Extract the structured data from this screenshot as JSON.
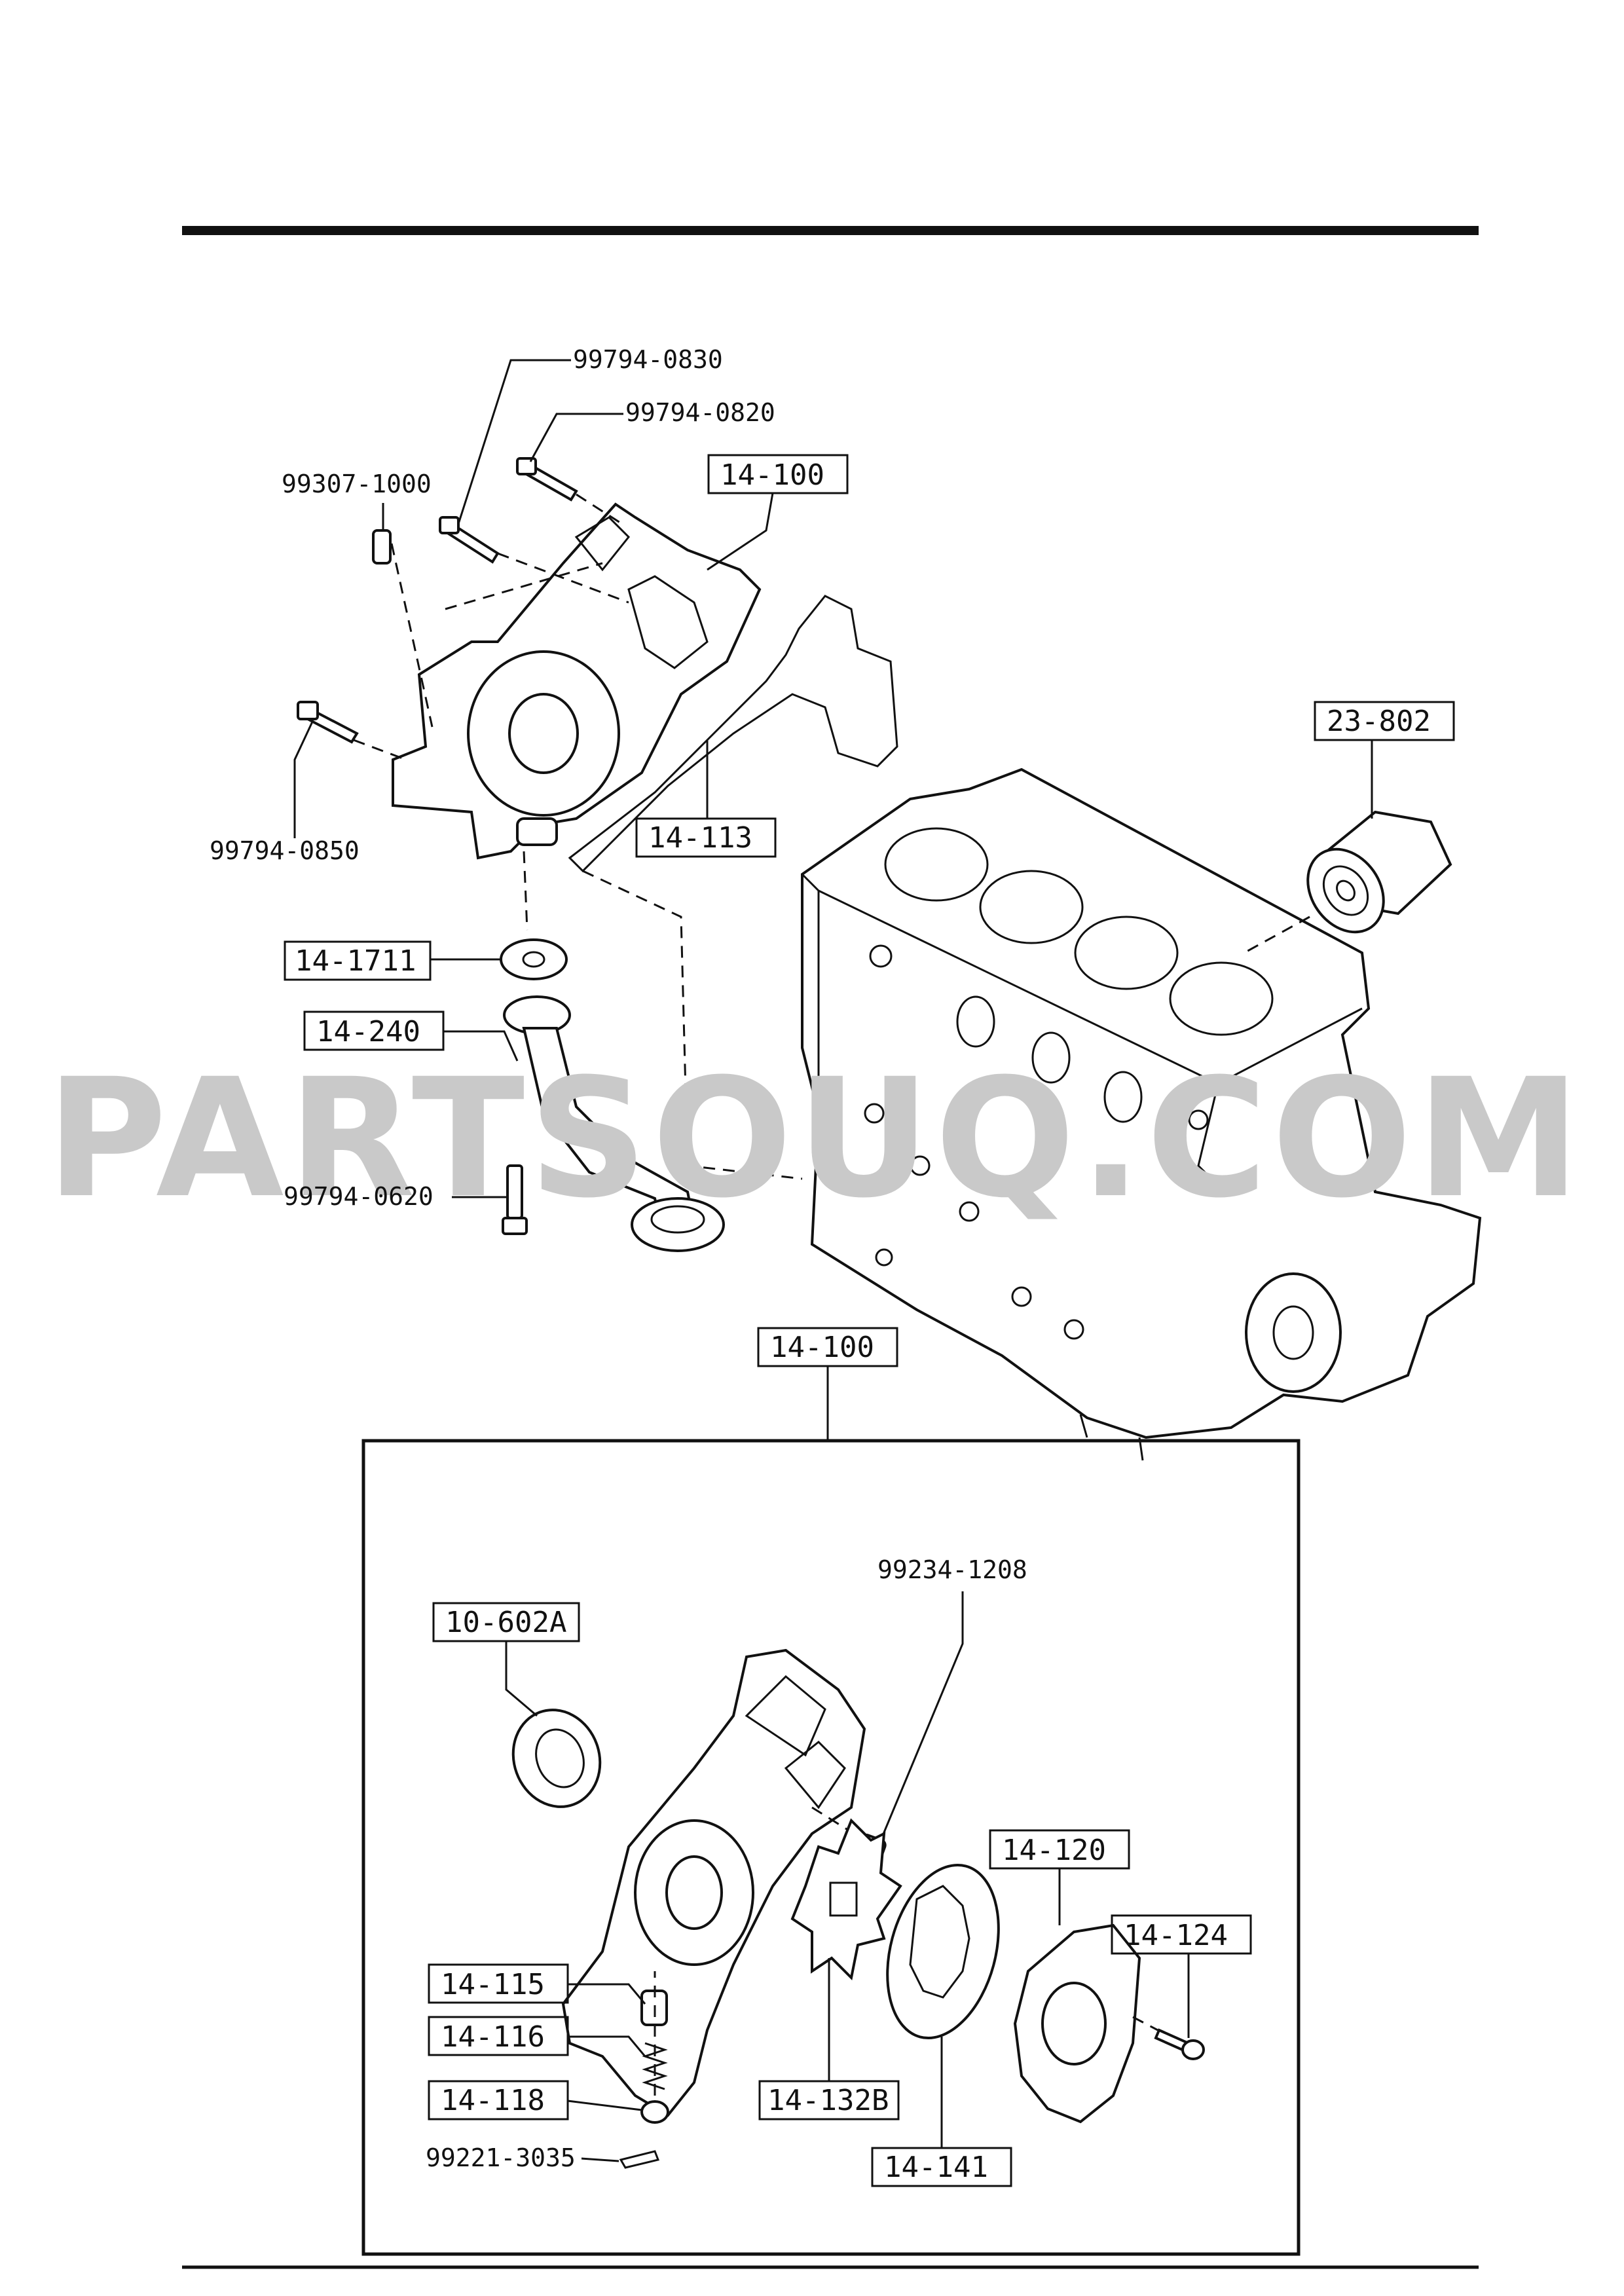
{
  "watermark": "PARTSOUQ.COM",
  "labels": {
    "top_bolt_1": "99794-0830",
    "top_bolt_2": "99794-0820",
    "pin": "99307-1000",
    "oil_pump_assy": "14-100",
    "left_bolt": "99794-0850",
    "gasket": "14-113",
    "filter": "23-802",
    "strainer_gasket": "14-1711",
    "strainer": "14-240",
    "strainer_bolt": "99794-0620",
    "detail_ref": "14-100",
    "seal": "10-602A",
    "dowel": "99234-1208",
    "plunger": "14-115",
    "spring": "14-116",
    "plug": "14-118",
    "cotter_pin": "99221-3035",
    "inner_rotor": "14-132B",
    "outer_rotor": "14-141",
    "cover": "14-120",
    "screw": "14-124"
  }
}
